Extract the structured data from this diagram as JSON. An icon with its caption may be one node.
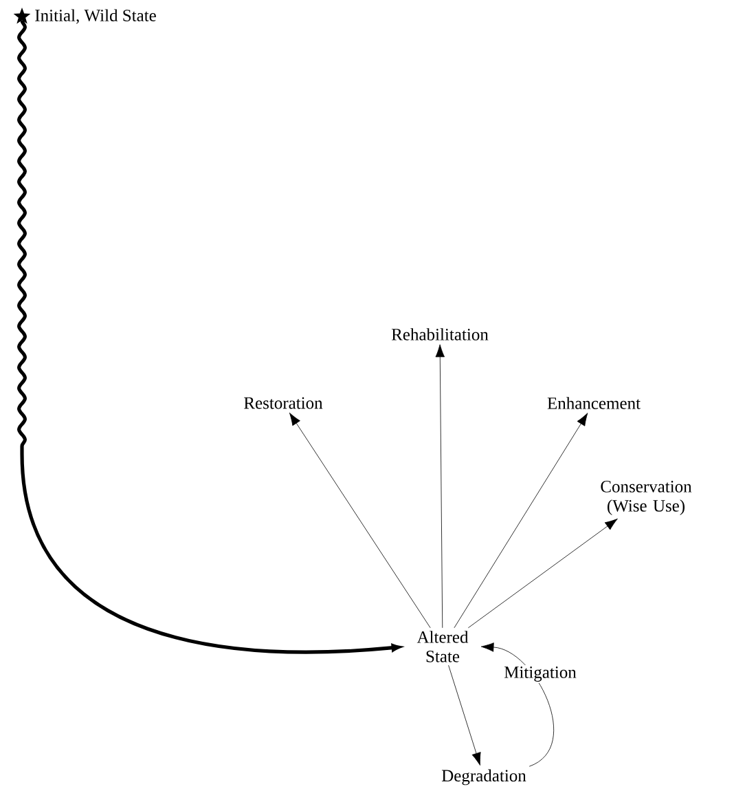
{
  "diagram": {
    "nodes": [
      {
        "text": [],
        "shape": "star",
        "beside": [
          "Initial, Wild State"
        ]
      },
      {
        "text": [
          "Altered State"
        ]
      },
      {
        "text": [
          "Restoration"
        ]
      },
      {
        "text": [
          "Rehabilitation"
        ]
      },
      {
        "text": [
          "Enhancement"
        ]
      },
      {
        "text": [
          "Conservation (Wise Use)"
        ]
      },
      {
        "text": [
          "Degradation"
        ]
      }
    ],
    "edges": [
      {
        "from": 0,
        "to": 1,
        "arrow": "to",
        "style": "thick"
      },
      {
        "from": 1,
        "to": 2,
        "arrow": "to"
      },
      {
        "from": 1,
        "to": 3,
        "arrow": "to"
      },
      {
        "from": 1,
        "to": 4,
        "arrow": "to"
      },
      {
        "from": 1,
        "to": 5,
        "arrow": "to"
      },
      {
        "from": 1,
        "to": 6,
        "arrow": "to"
      },
      {
        "from": 6,
        "to": 1,
        "arrow": "to",
        "label": "Mitigation"
      }
    ]
  }
}
